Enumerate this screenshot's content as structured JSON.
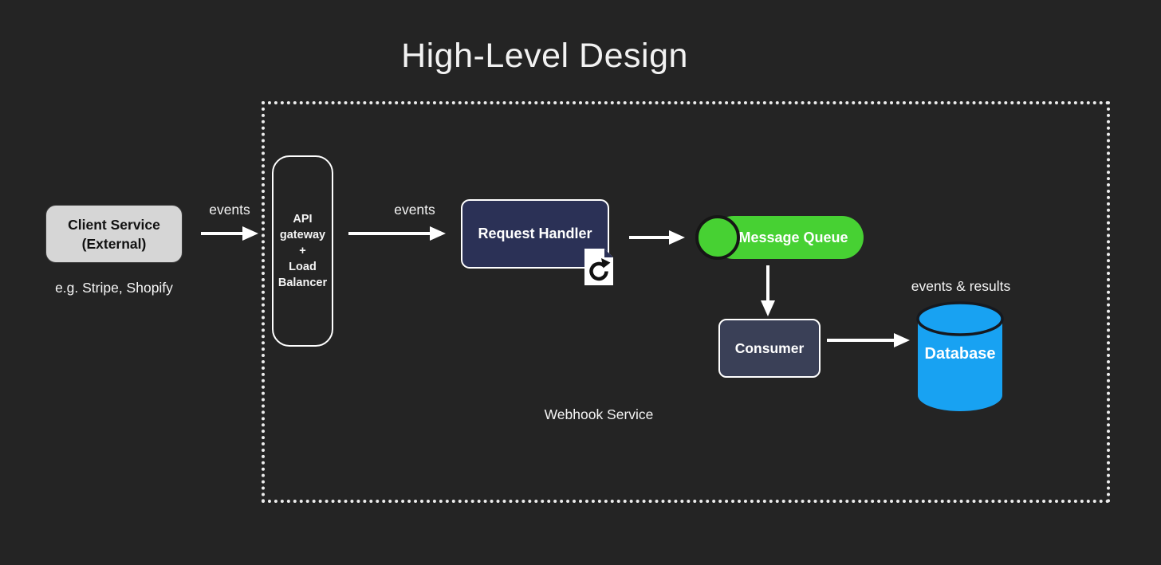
{
  "title": "High-Level Design",
  "colors": {
    "background": "#242424",
    "client_service_fill": "#d6d6d6",
    "request_handler_fill": "#2b3156",
    "consumer_fill": "#3a4057",
    "message_queue_fill": "#47d133",
    "database_fill": "#18a2f2",
    "node_border": "#ffffff",
    "text_dark": "#111111",
    "text_light": "#f5f5f5"
  },
  "nodes": {
    "client_service": {
      "line1": "Client Service",
      "line2": "(External)",
      "caption": "e.g. Stripe, Shopify"
    },
    "api_gateway": {
      "line1": "API",
      "line2": "gateway",
      "line3": "+",
      "line4": "Load",
      "line5": "Balancer"
    },
    "request_handler": {
      "label": "Request Handler",
      "icon": "document-refresh-icon"
    },
    "message_queue": {
      "label": "Message Queue"
    },
    "consumer": {
      "label": "Consumer"
    },
    "database": {
      "label": "Database",
      "caption": "events & results"
    }
  },
  "edges": {
    "client_to_gateway": {
      "label": "events"
    },
    "gateway_to_handler": {
      "label": "events"
    }
  },
  "container": {
    "label": "Webhook Service"
  }
}
